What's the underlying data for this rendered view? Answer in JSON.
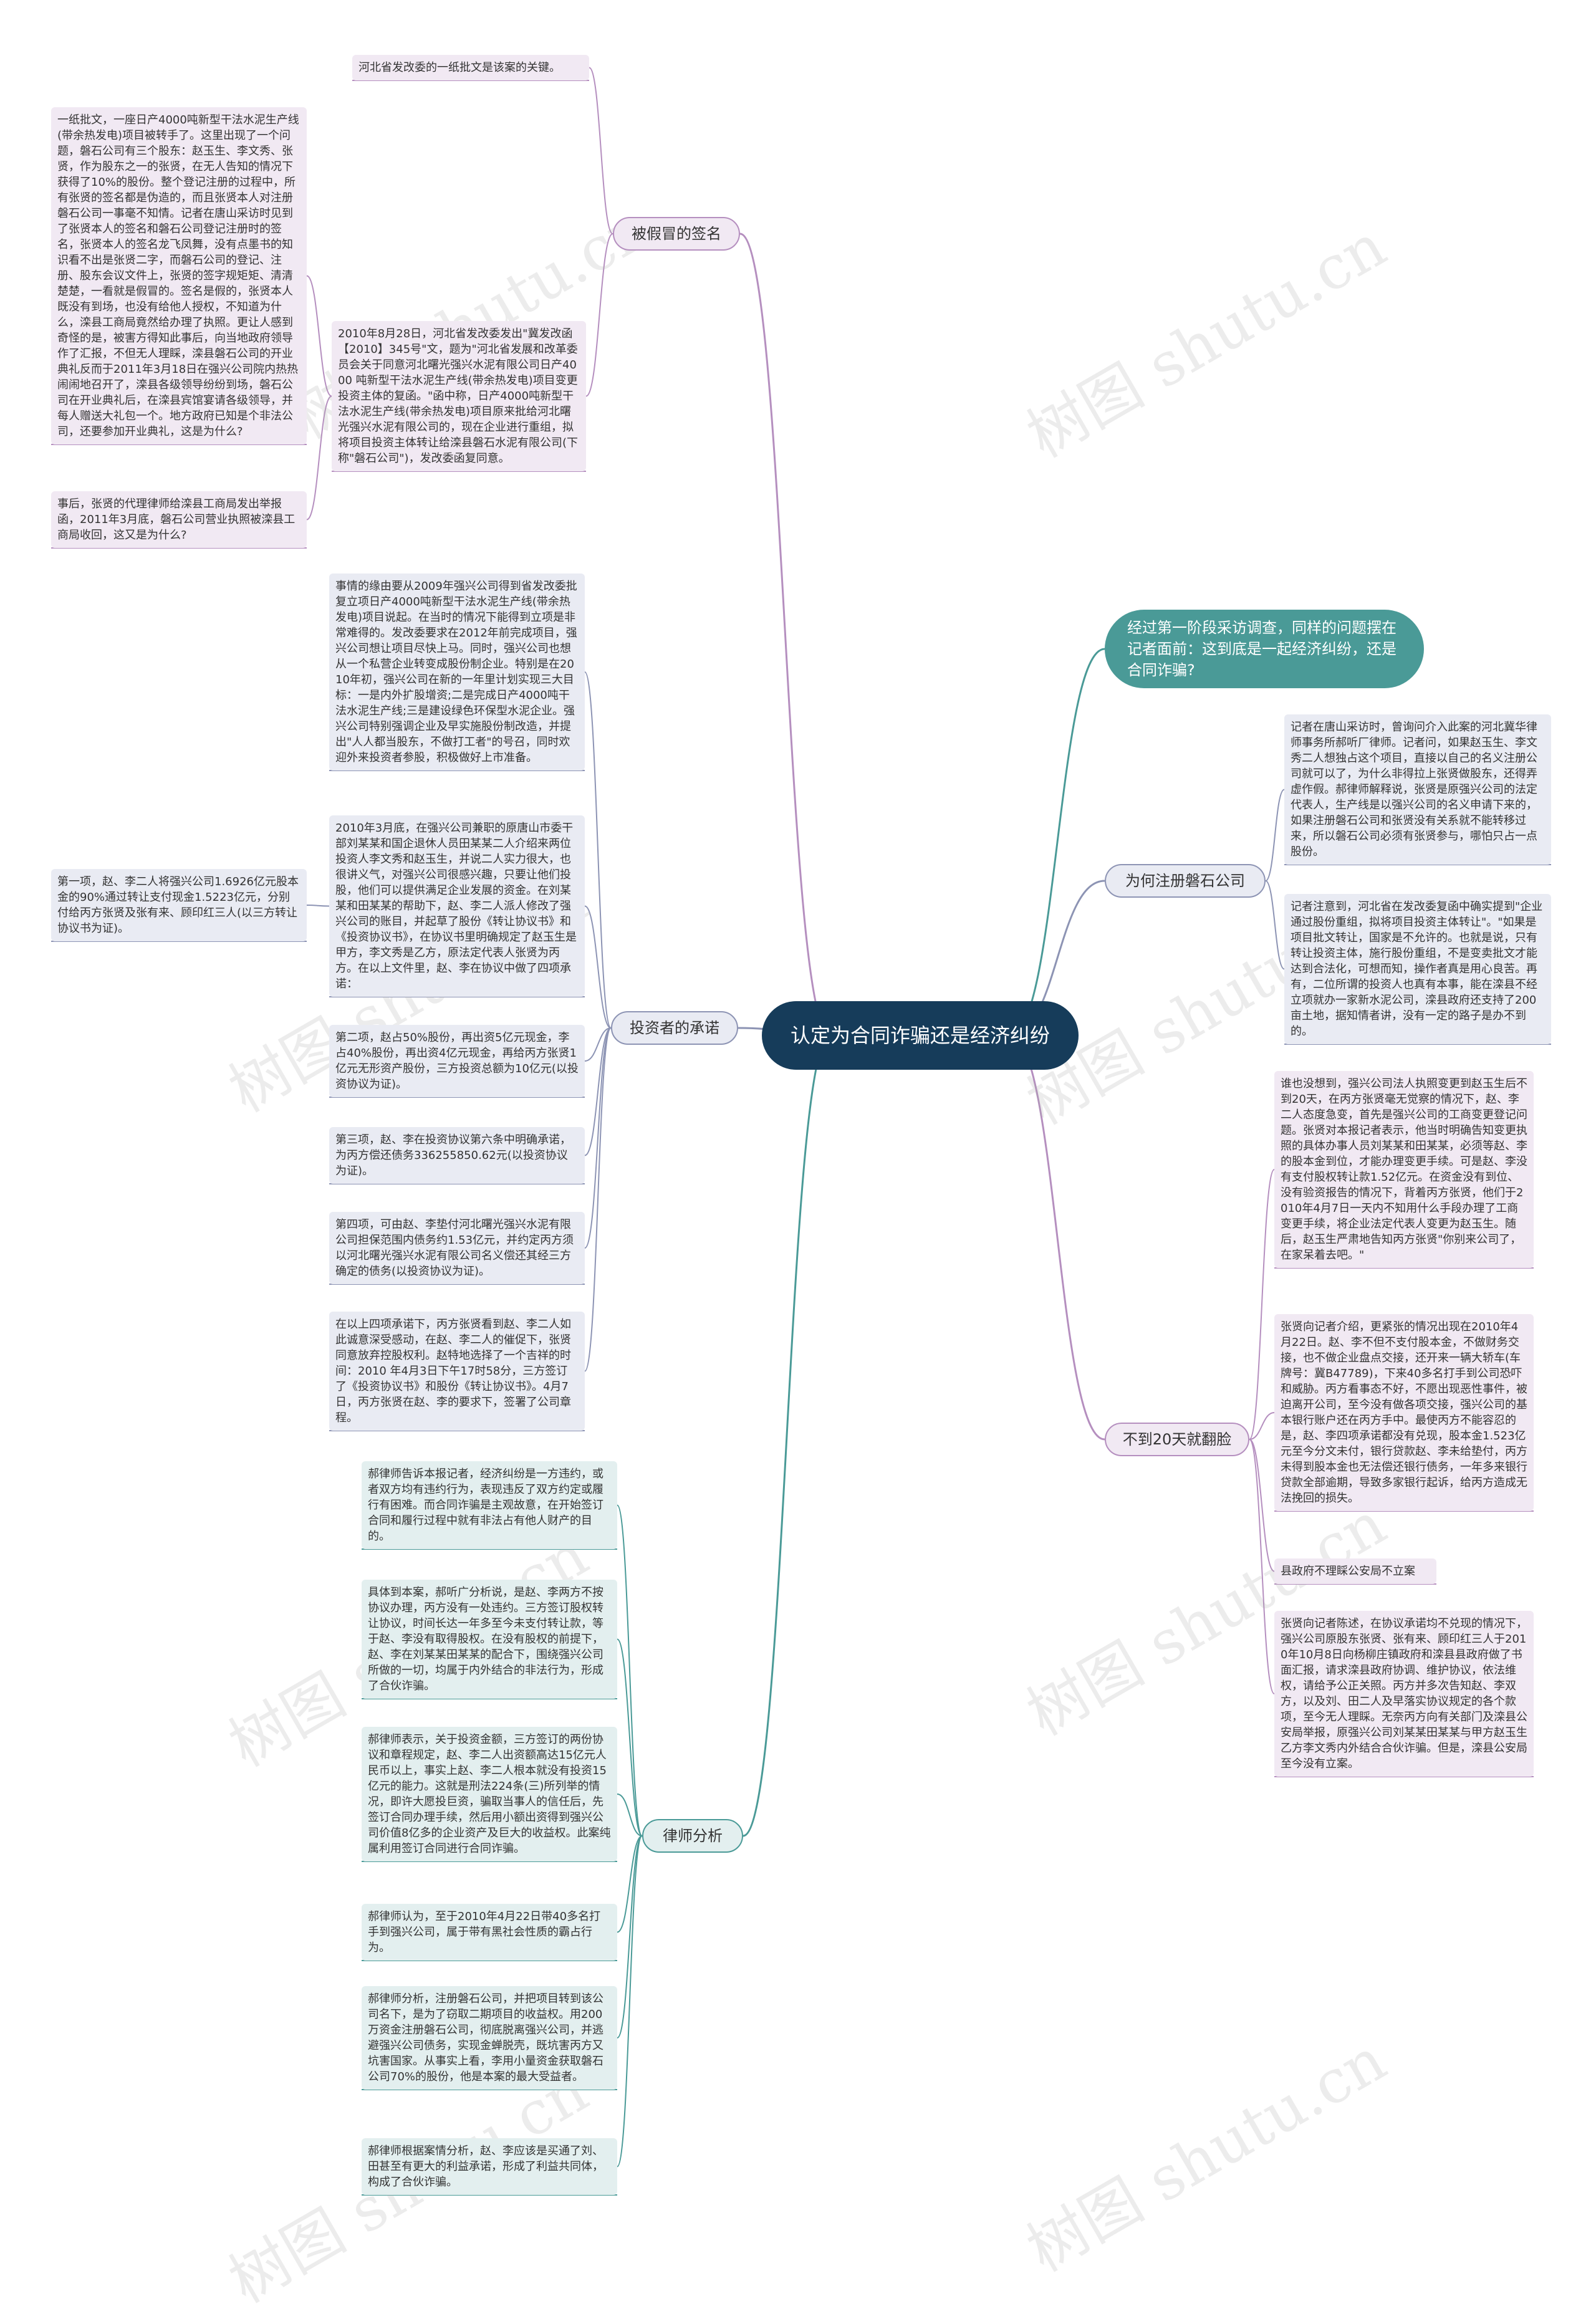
{
  "colors": {
    "root": "#163c5a",
    "purple": "#b58fbf",
    "purple_fill": "#f1e9f3",
    "slate": "#8d94b4",
    "slate_fill": "#e9ebf3",
    "teal": "#4a9a97",
    "teal_fill": "#e3efef"
  },
  "watermark": "树图 shutu.cn",
  "root": {
    "label": "认定为合同诈骗还是经济纠纷"
  },
  "branches": {
    "sign": {
      "label": "被假冒的签名",
      "leaves": [
        "河北省发改委的一纸批文是该案的关键。",
        "2010年8月28日，河北省发改委发出\"冀发改函【2010】345号\"文，题为\"河北省发展和改革委员会关于同意河北曙光强兴水泥有限公司日产4000 吨新型干法水泥生产线(带余热发电)项目变更投资主体的复函。\"函中称，日产4000吨新型干法水泥生产线(带余热发电)项目原来批给河北曙光强兴水泥有限公司的，现在企业进行重组，拟将项目投资主体转让给滦县磐石水泥有限公司(下称\"磐石公司\")，发改委函复同意。",
        "一纸批文，一座日产4000吨新型干法水泥生产线(带余热发电)项目被转手了。这里出现了一个问题，磐石公司有三个股东：赵玉生、李文秀、张贤，作为股东之一的张贤，在无人告知的情况下获得了10%的股份。整个登记注册的过程中，所有张贤的签名都是伪造的，而且张贤本人对注册磐石公司一事毫不知情。记者在唐山采访时见到了张贤本人的签名和磐石公司登记注册时的签名，张贤本人的签名龙飞凤舞，没有点墨书的知识看不出是张贤二字，而磐石公司的登记、注册、股东会议文件上，张贤的签字规矩矩、清清楚楚，一看就是假冒的。签名是假的，张贤本人既没有到场，也没有给他人授权，不知道为什么，滦县工商局竟然给办理了执照。更让人感到奇怪的是，被害方得知此事后，向当地政府领导作了汇报，不但无人理睬，滦县磐石公司的开业典礼反而于2011年3月18日在强兴公司院内热热闹闹地召开了，滦县各级领导纷纷到场，磐石公司在开业典礼后，在滦县宾馆宴请各级领导，并每人赠送大礼包一个。地方政府已知是个非法公司，还要参加开业典礼，这是为什么?",
        "事后，张贤的代理律师给滦县工商局发出举报函，2011年3月底，磐石公司营业执照被滦县工商局收回，这又是为什么?"
      ]
    },
    "intro": {
      "label": "经过第一阶段采访调查，同样的问题摆在记者面前：这到底是一起经济纠纷，还是合同诈骗?"
    },
    "register": {
      "label": "为何注册磐石公司",
      "leaves": [
        "记者在唐山采访时，曾询问介入此案的河北冀华律师事务所郝听厂律师。记者问，如果赵玉生、李文秀二人想独占这个项目，直接以自己的名义注册公司就可以了，为什么非得拉上张贤做股东，还得弄虚作假。郝律师解释说，张贤是原强兴公司的法定代表人，生产线是以强兴公司的名义申请下来的，如果注册磐石公司和张贤没有关系就不能转移过来，所以磐石公司必须有张贤参与，哪怕只占一点股份。",
        "记者注意到，河北省在发改委复函中确实提到\"企业通过股份重组，拟将项目投资主体转让\"。\"如果是项目批文转让，国家是不允许的。也就是说，只有转让投资主体，施行股份重组，不是变卖批文才能达到合法化，可想而知，操作者真是用心良苦。再有，二位所谓的投资人也真有本事，能在滦县不经立项就办一家新水泥公司，滦县政府还支持了200亩土地，据知情者讲，没有一定的路子是办不到的。"
      ]
    },
    "invest": {
      "label": "投资者的承诺",
      "leaves": [
        "事情的缘由要从2009年强兴公司得到省发改委批复立项日产4000吨新型干法水泥生产线(带余热发电)项目说起。在当时的情况下能得到立项是非常难得的。发改委要求在2012年前完成项目，强兴公司想让项目尽快上马。同时，强兴公司也想从一个私营企业转变成股份制企业。特别是在2010年初，强兴公司在新的一年里计划实现三大目标：一是内外扩股增资;二是完成日产4000吨干法水泥生产线;三是建设绿色环保型水泥企业。强兴公司特别强调企业及早实施股份制改造，并提出\"人人都当股东，不做打工者\"的号召，同时欢迎外来投资者参股，积极做好上市准备。",
        "2010年3月底，在强兴公司兼职的原唐山市委干部刘某某和国企退休人员田某某二人介绍来两位投资人李文秀和赵玉生，并说二人实力很大，也很讲义气，对强兴公司很感兴趣，只要让他们投股，他们可以提供满足企业发展的资金。在刘某某和田某某的帮助下，赵、李二人派人修改了强兴公司的账目，并起草了股份《转让协议书》和《投资协议书》，在协议书里明确规定了赵玉生是甲方，李文秀是乙方，原法定代表人张贤为丙方。在以上文件里，赵、李在协议中做了四项承诺：",
        "第一项，赵、李二人将强兴公司1.6926亿元股本金的90%通过转让支付现金1.5223亿元，分别付给丙方张贤及张有来、顾印红三人(以三方转让协议书为证)。",
        "第二项，赵占50%股份，再出资5亿元现金，李占40%股份，再出资4亿元现金，再给丙方张贤1亿元无形资产股份，三方投资总额为10亿元(以投资协议为证)。",
        "第三项，赵、李在投资协议第六条中明确承诺，为丙方偿还债务336255850.62元(以投资协议为证)。",
        "第四项，可由赵、李垫付河北曙光强兴水泥有限公司担保范围内债务约1.53亿元，并约定丙方须以河北曙光强兴水泥有限公司名义偿还其经三方确定的债务(以投资协议为证)。",
        "在以上四项承诺下，丙方张贤看到赵、李二人如此诚意深受感动，在赵、李二人的催促下，张贤同意放弃控股权利。赵特地选择了一个吉祥的时间：2010 年4月3日下午17时58分，三方签订了《投资协议书》和股份《转让协议书》。4月7日，丙方张贤在赵、李的要求下，签署了公司章程。"
      ]
    },
    "twenty": {
      "label": "不到20天就翻脸",
      "leaves": [
        "谁也没想到，强兴公司法人执照变更到赵玉生后不到20天，在丙方张贤毫无觉察的情况下，赵、李二人态度急变，首先是强兴公司的工商变更登记问题。张贤对本报记者表示，他当时明确告知变更执照的具体办事人员刘某某和田某某，必须等赵、李的股本金到位，才能办理变更手续。可是赵、李没有支付股权转让款1.52亿元。在资金没有到位、没有验资报告的情况下，背着丙方张贤，他们于2010年4月7日一天内不知用什么手段办理了工商变更手续，将企业法定代表人变更为赵玉生。随后，赵玉生严肃地告知丙方张贤\"你别来公司了，在家呆着去吧。\"",
        "张贤向记者介绍，更紧张的情况出现在2010年4月22日。赵、李不但不支付股本金，不做财务交接，也不做企业盘点交接，还开来一辆大轿车(车牌号：冀B47789)，下来40多名打手到公司恐吓和威胁。丙方看事态不好，不愿出现恶性事件，被迫离开公司，至今没有做各项交接，强兴公司的基本银行账户还在丙方手中。最使丙方不能容忍的是，赵、李四项承诺都没有兑现，股本金1.523亿元至今分文未付，银行贷款赵、李未给垫付，丙方未得到股本金也无法偿还银行债务，一年多来银行贷款全部逾期，导致多家银行起诉，给丙方造成无法挽回的损失。",
        "县政府不理睬公安局不立案",
        "张贤向记者陈述，在协议承诺均不兑现的情况下，强兴公司原股东张贤、张有来、顾印红三人于2010年10月8日向杨柳庄镇政府和滦县县政府做了书面汇报，请求滦县政府协调、维护协议，依法维权，请给予公正关照。丙方并多次告知赵、李双方，以及刘、田二人及早落实协议规定的各个款项，至今无人理睬。无奈丙方向有关部门及滦县公安局举报，原强兴公司刘某某田某某与甲方赵玉生乙方李文秀内外结合合伙诈骗。但是，滦县公安局至今没有立案。"
      ]
    },
    "lawyer": {
      "label": "律师分析",
      "leaves": [
        "郝律师告诉本报记者，经济纠纷是一方违约，或者双方均有违约行为，表现违反了双方约定或履行有困难。而合同诈骗是主观故意，在开始签订合同和履行过程中就有非法占有他人财产的目的。",
        "具体到本案，郝听广分析说，是赵、李两方不按协议办理，丙方没有一处违约。三方签订股权转让协议，时间长达一年多至今未支付转让款，等于赵、李没有取得股权。在没有股权的前提下，赵、李在刘某某田某某的配合下，围绕强兴公司所做的一切，均属于内外结合的非法行为，形成了合伙诈骗。",
        "郝律师表示，关于投资金额，三方签订的两份协议和章程规定，赵、李二人出资额高达15亿元人民币以上，事实上赵、李二人根本就没有投资15亿元的能力。这就是刑法224条(三)所列举的情况，即许大愿投巨资，骗取当事人的信任后，先签订合同办理手续，然后用小额出资得到强兴公司价值8亿多的企业资产及巨大的收益权。此案纯属利用签订合同进行合同诈骗。",
        "郝律师认为，至于2010年4月22日带40多名打手到强兴公司，属于带有黑社会性质的霸占行为。",
        "郝律师分析，注册磐石公司，并把项目转到该公司名下，是为了窃取二期项目的收益权。用200万资金注册磐石公司，彻底脱离强兴公司，并逃避强兴公司债务，实现金蝉脱壳，既坑害丙方又坑害国家。从事实上看，李用小量资金获取磐石公司70%的股份，他是本案的最大受益者。",
        "郝律师根据案情分析，赵、李应该是买通了刘、田甚至有更大的利益承诺，形成了利益共同体，构成了合伙诈骗。"
      ]
    }
  }
}
